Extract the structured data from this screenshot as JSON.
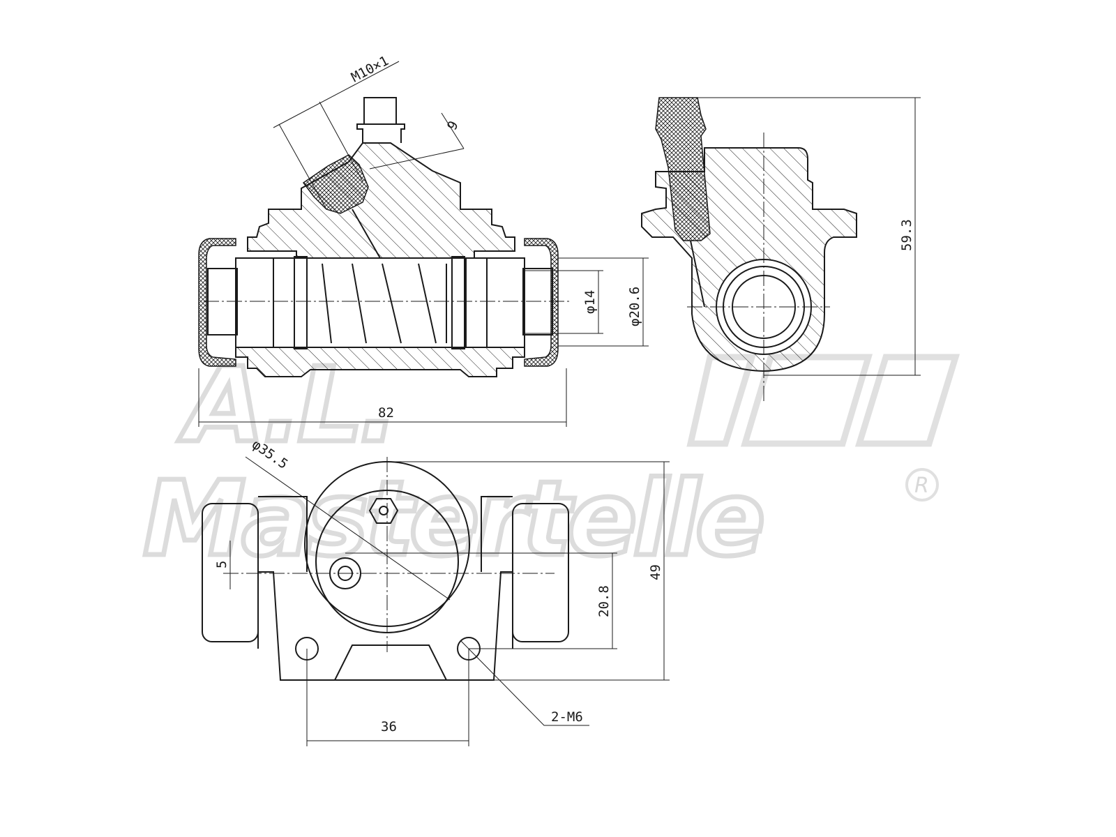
{
  "dimensions": {
    "thread": "M10×1",
    "bleed_offset": "9",
    "height_total": "59.3",
    "bore_inner": "φ14",
    "bore_outer": "φ20.6",
    "overall_length": "82",
    "flange_diameter": "φ35.5",
    "hole_offset": "5",
    "mount_height": "20.8",
    "flange_height": "49",
    "hole_spacing": "36",
    "mount_holes": "2-M6"
  },
  "watermark": {
    "line1": "A.L.",
    "line2": "Mastertelle",
    "registered_mark": "R"
  },
  "colors": {
    "line": "#1a1a1a",
    "watermark": "#dcdcdc",
    "background": "#ffffff"
  }
}
